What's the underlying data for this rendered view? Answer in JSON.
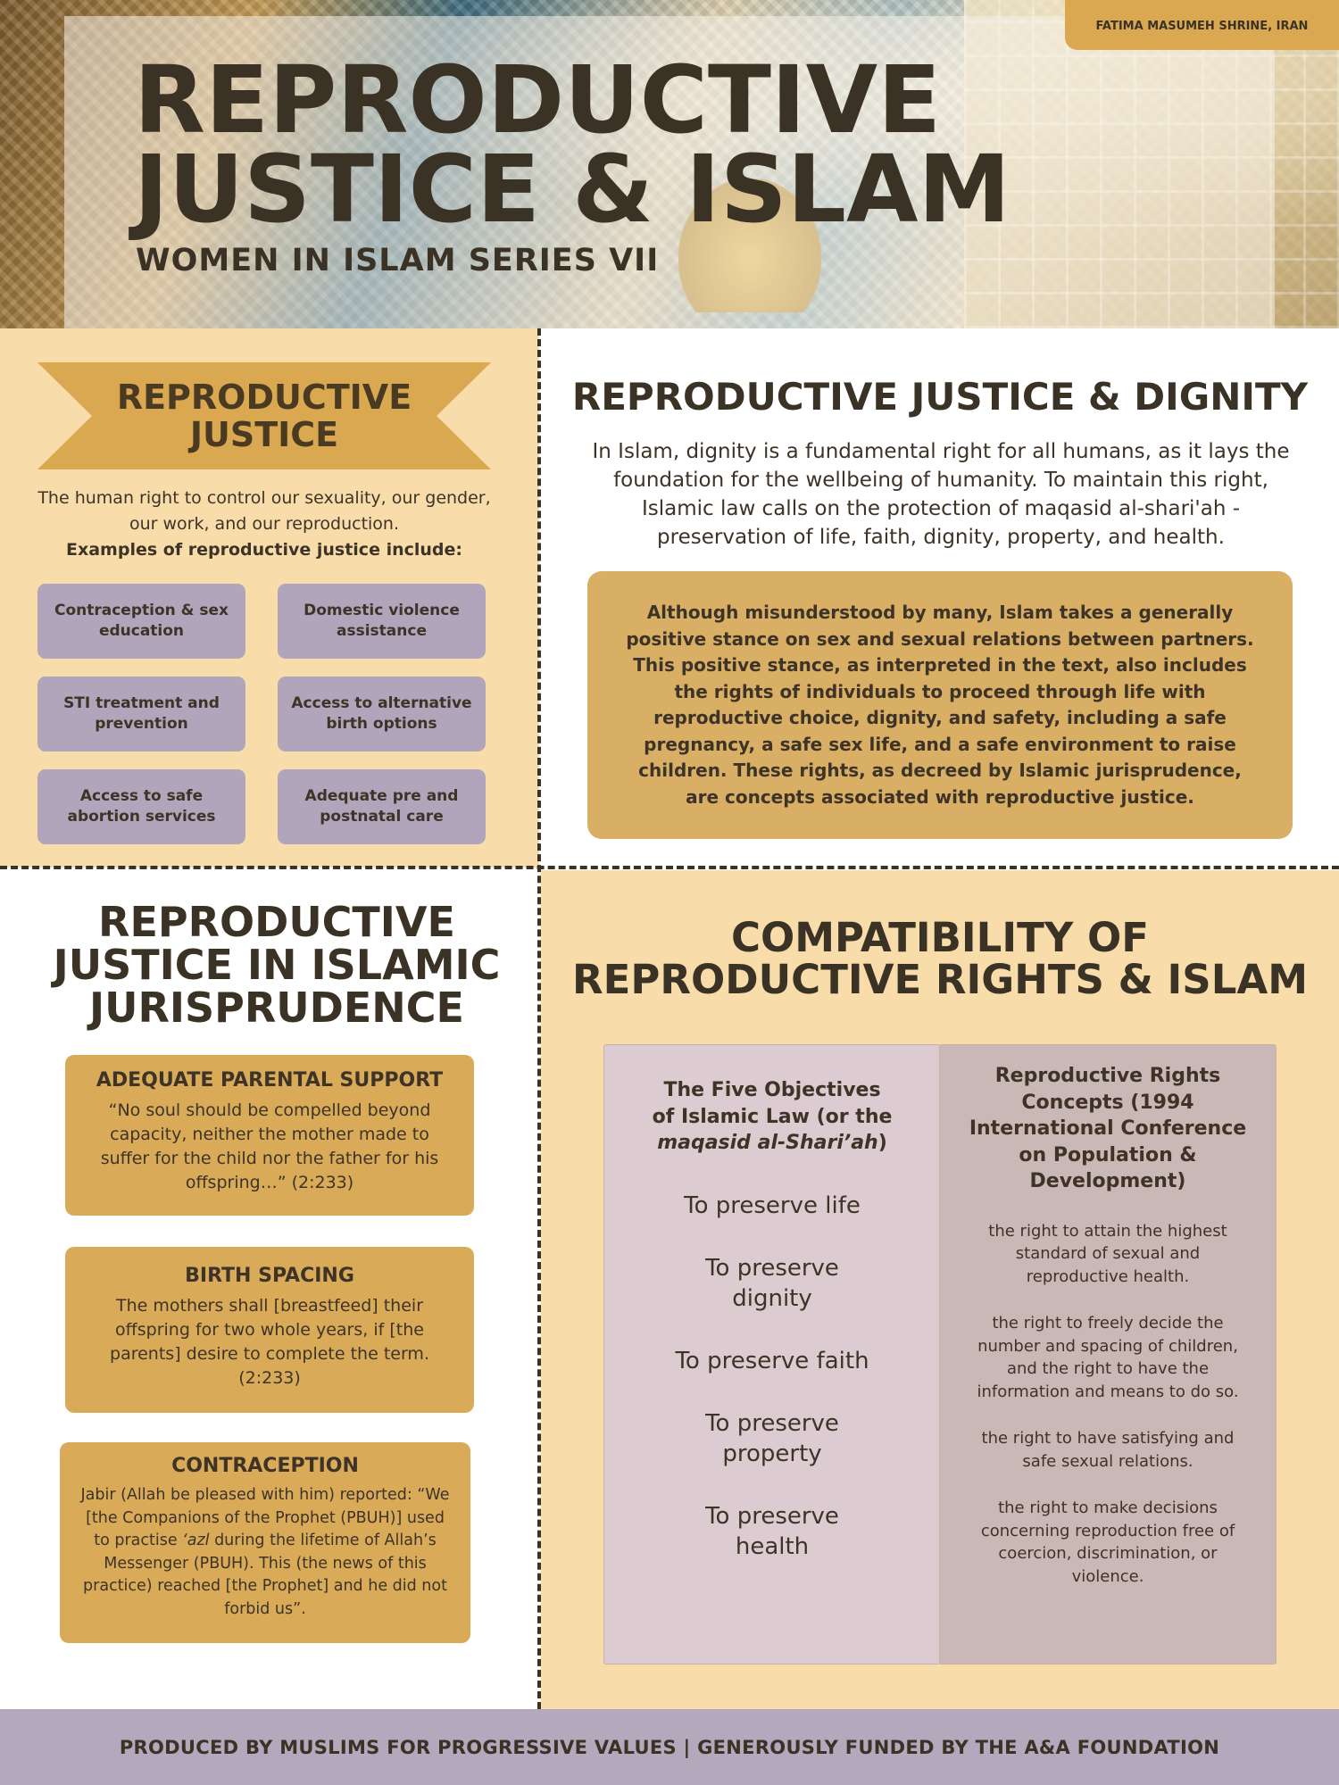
{
  "header": {
    "title_line1": "REPRODUCTIVE",
    "title_line2": "JUSTICE & ISLAM",
    "subtitle": "WOMEN IN ISLAM SERIES VII",
    "location_tag": "FATIMA MASUMEH SHRINE, IRAN"
  },
  "reproductive_justice": {
    "banner_line1": "REPRODUCTIVE",
    "banner_line2": "JUSTICE",
    "description": "The human right to control our sexuality, our gender, our work, and our reproduction.",
    "examples_heading": "Examples of reproductive justice include:",
    "examples": [
      "Contraception & sex education",
      "Domestic violence assistance",
      "STI treatment and prevention",
      "Access to alternative birth options",
      "Access to safe abortion services",
      "Adequate pre and postnatal care"
    ]
  },
  "dignity": {
    "title": "REPRODUCTIVE JUSTICE & DIGNITY",
    "body": "In Islam, dignity is a fundamental right for all humans, as it lays the foundation for the wellbeing of humanity. To maintain this right, Islamic law calls on the protection of maqasid al-shari'ah - preservation of life, faith, dignity, property, and health.",
    "highlight": "Although misunderstood by many, Islam takes a generally positive stance on sex and sexual relations between partners. This positive stance, as interpreted in the text, also includes the rights of individuals to proceed through life with reproductive choice, dignity, and safety, including a safe pregnancy, a safe sex life, and a safe environment to raise children. These rights, as decreed by Islamic jurisprudence, are concepts associated with reproductive justice."
  },
  "jurisprudence": {
    "title_line1": "REPRODUCTIVE",
    "title_line2": "JUSTICE IN ISLAMIC",
    "title_line3": "JURISPRUDENCE",
    "cards": [
      {
        "heading": "ADEQUATE PARENTAL SUPPORT",
        "text": "“No soul should be compelled beyond capacity, neither the mother made to suffer for the child nor the father for his offspring…” (2:233)"
      },
      {
        "heading": "BIRTH SPACING",
        "text": "The mothers shall [breastfeed] their offspring for two whole years, if [the parents] desire to complete the term. (2:233)"
      },
      {
        "heading": "CONTRACEPTION",
        "text_part1": "Jabir (Allah be pleased with him) reported: “We [the Companions of the Prophet (PBUH)] used to practise ",
        "text_italic": "‘azl",
        "text_part2": " during the lifetime of Allah’s Messenger (PBUH). This (the news of this practice) reached [the Prophet] and he did not forbid us”."
      }
    ]
  },
  "compatibility": {
    "title_line1": "COMPATIBILITY OF",
    "title_line2": "REPRODUCTIVE RIGHTS & ISLAM",
    "left_heading_part1": "The Five Objectives of Islamic Law (or the ",
    "left_heading_italic": "maqasid al-Shari’ah",
    "left_heading_part2": ")",
    "objectives": [
      "To preserve life",
      "To preserve dignity",
      "To preserve faith",
      "To preserve property",
      "To preserve health"
    ],
    "right_heading": "Reproductive Rights Concepts (1994 International Conference on Population & Development)",
    "rights": [
      "the right to attain the highest standard of sexual and reproductive health.",
      "the right to freely decide the number and spacing of children, and the right to have the information and means to do so.",
      "the right to have satisfying and safe sexual relations.",
      "the right to make decisions concerning reproduction free of coercion, discrimination, or violence."
    ]
  },
  "footer": {
    "text": "PRODUCED BY MUSLIMS FOR PROGRESSIVE VALUES | GENEROUSLY FUNDED BY THE A&A FOUNDATION"
  }
}
